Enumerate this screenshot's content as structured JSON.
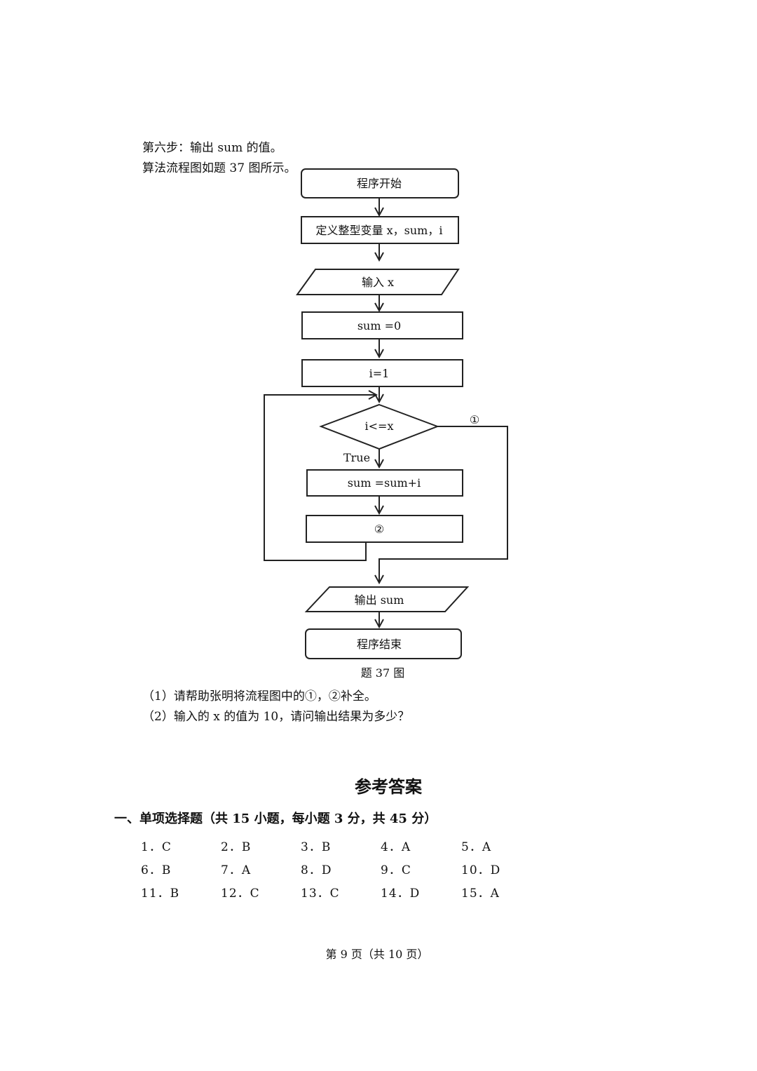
{
  "intro": {
    "step6": "第六步：输出 sum 的值。",
    "flow_ref": "算法流程图如题 37 图所示。"
  },
  "flowchart": {
    "start": "程序开始",
    "declare": "定义整型变量 x，sum，i",
    "input": "输入 x",
    "init_sum": "sum =0",
    "init_i": "i=1",
    "condition": "i<=x",
    "true_label": "True",
    "blank1": "①",
    "accumulate": "sum =sum+i",
    "blank2": "②",
    "output": "输出 sum",
    "end": "程序结束",
    "caption": "题 37 图"
  },
  "questions": {
    "q1": "（1）请帮助张明将流程图中的①，②补全。",
    "q2": "（2）输入的 x 的值为 10，请问输出结果为多少？"
  },
  "answers": {
    "title": "参考答案",
    "section1": "一、单项选择题（共 15 小题，每小题 3 分，共 45 分）",
    "rows": [
      [
        "1．C",
        "2．B",
        "3．B",
        "4．A",
        "5．A"
      ],
      [
        "6．B",
        "7．A",
        "8．D",
        "9．C",
        "10．D"
      ],
      [
        "11．B",
        "12．C",
        "13．C",
        "14．D",
        "15．A"
      ]
    ]
  },
  "footer": {
    "page": "第 9 页（共 10 页）"
  }
}
